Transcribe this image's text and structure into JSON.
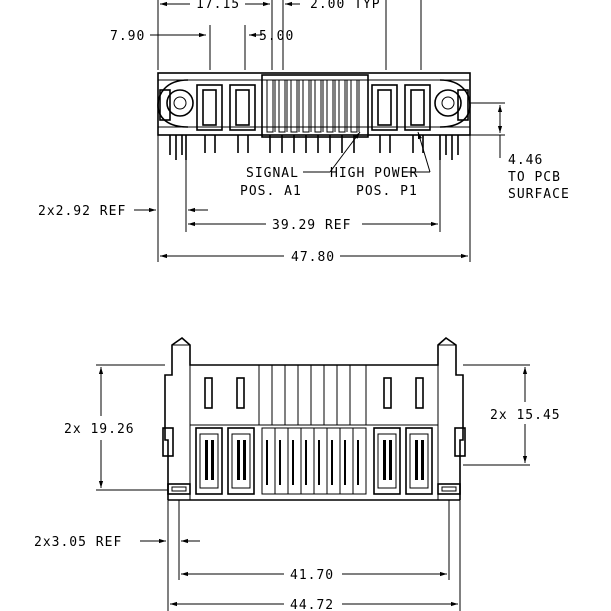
{
  "top_view": {
    "dims": {
      "d17": "17.15",
      "d2typ": "2.00 TYP",
      "d790": "7.90",
      "d500": "5.00",
      "signal": "SIGNAL",
      "signal_pos": "POS. A1",
      "hp": "HIGH POWER",
      "hp_pos": "POS. P1",
      "pcb1": "4.46",
      "pcb2": "TO PCB",
      "pcb3": "SURFACE",
      "ref292": "2x2.92 REF",
      "ref3929": "39.29 REF",
      "d4780": "47.80"
    }
  },
  "bottom_view": {
    "dims": {
      "h1926": "2x 19.26",
      "h1545": "2x 15.45",
      "ref305": "2x3.05 REF",
      "d4170": "41.70",
      "d4472": "44.72"
    }
  }
}
